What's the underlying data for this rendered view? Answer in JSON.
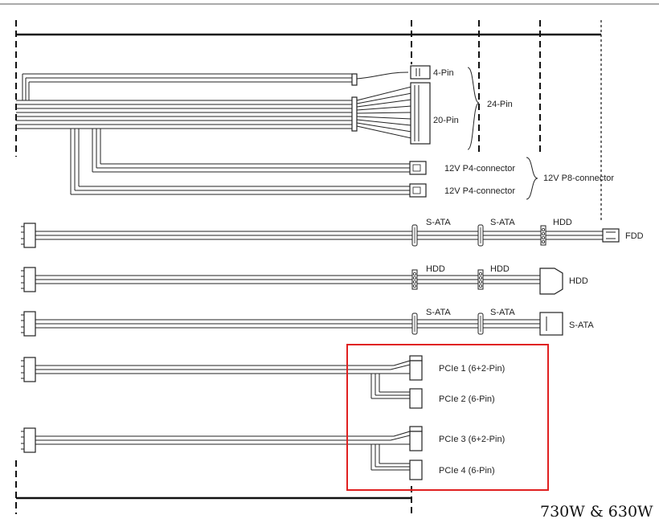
{
  "labels": {
    "pin4": "4-Pin",
    "pin20": "20-Pin",
    "pin24": "24-Pin",
    "p4_a": "12V P4-connector",
    "p4_b": "12V P4-connector",
    "p8": "12V P8-connector",
    "fdd": "FDD",
    "hdd_end": "HDD",
    "sata_end": "S-ATA",
    "pcie1": "PCIe 1 (6+2-Pin)",
    "pcie2": "PCIe 2 (6-Pin)",
    "pcie3": "PCIe 3 (6+2-Pin)",
    "pcie4": "PCIe 4 (6-Pin)"
  },
  "cable_rows": [
    {
      "mid_labels": [
        "S-ATA",
        "S-ATA",
        "HDD"
      ]
    },
    {
      "mid_labels": [
        "HDD",
        "HDD"
      ]
    },
    {
      "mid_labels": [
        "S-ATA",
        "S-ATA"
      ]
    }
  ],
  "model": "730W & 630W",
  "highlight_color": "#e02020",
  "line_color": "#222222"
}
